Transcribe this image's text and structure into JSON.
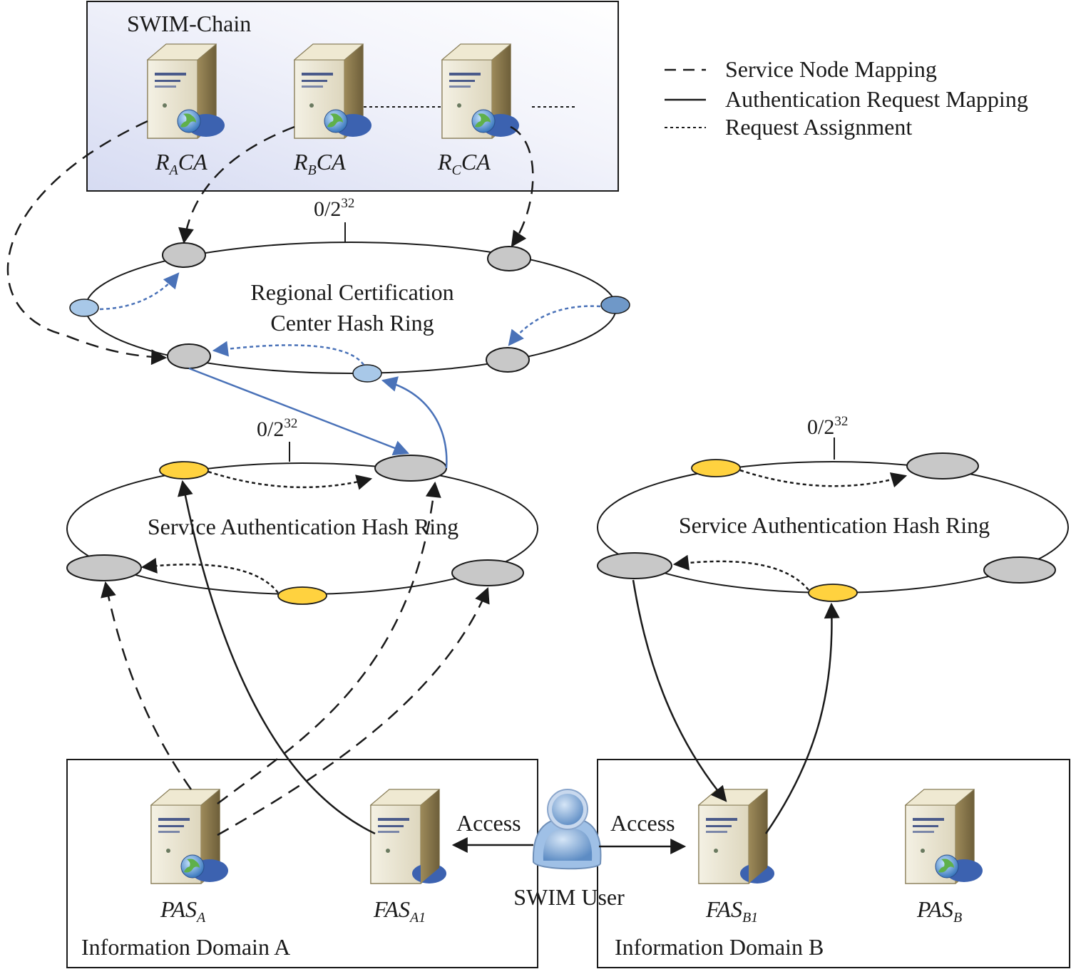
{
  "swim_chain": {
    "title": "SWIM-Chain",
    "nodes": [
      {
        "main": "R",
        "sub": "A",
        "tail": "CA"
      },
      {
        "main": "R",
        "sub": "B",
        "tail": "CA"
      },
      {
        "main": "R",
        "sub": "C",
        "tail": "CA"
      }
    ],
    "more": "......"
  },
  "legend": {
    "items": [
      {
        "style": "long-dash",
        "label": "Service Node Mapping"
      },
      {
        "style": "solid",
        "label": "Authentication Request Mapping"
      },
      {
        "style": "short-dash",
        "label": "Request Assignment"
      }
    ]
  },
  "regional_ring": {
    "zero": "0/2",
    "exp": "32",
    "label_line1": "Regional Certification",
    "label_line2": "Center Hash Ring"
  },
  "service_ring_a": {
    "zero": "0/2",
    "exp": "32",
    "label": "Service Authentication Hash Ring"
  },
  "service_ring_b": {
    "zero": "0/2",
    "exp": "32",
    "label": "Service Authentication Hash Ring"
  },
  "domain_a": {
    "title": "Information Domain A",
    "pas": {
      "main": "PAS",
      "sub": "A"
    },
    "fas": {
      "main": "FAS",
      "sub": "A1"
    }
  },
  "domain_b": {
    "title": "Information Domain B",
    "fas": {
      "main": "FAS",
      "sub": "B1"
    },
    "pas": {
      "main": "PAS",
      "sub": "B"
    }
  },
  "user": {
    "label": "SWIM User",
    "access_left": "Access",
    "access_right": "Access"
  },
  "colors": {
    "server_node": "#c8c8c8",
    "virtual_node_yellow": "#ffd23f",
    "virtual_node_blue": "#a8c8e8",
    "virtual_node_blue_dark": "#6f98c8",
    "blue_arrow": "#4a72b8",
    "chain_box_gradient_start": "#dfe3f4",
    "chain_box_gradient_end": "#ffffff"
  }
}
